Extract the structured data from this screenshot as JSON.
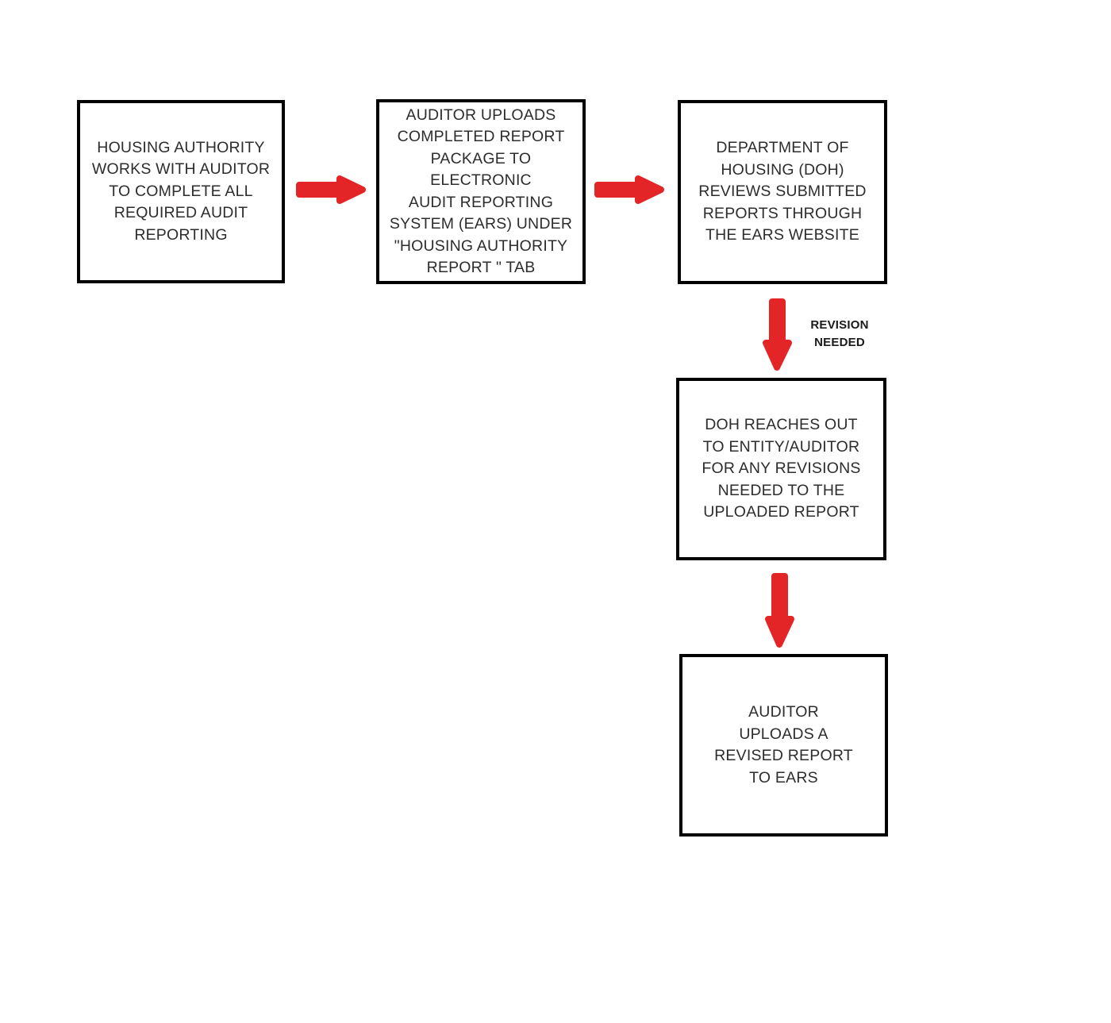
{
  "colors": {
    "arrow-red": "#e42527",
    "box-border": "#000000",
    "text-color": "#2d2d2d",
    "label-color": "#1a1a1a",
    "bg": "#ffffff"
  },
  "flowchart": {
    "boxes": [
      {
        "id": 1,
        "text": "HOUSING AUTHORITY\nWORKS WITH AUDITOR\nTO COMPLETE ALL\nREQUIRED AUDIT\nREPORTING"
      },
      {
        "id": 2,
        "text": "AUDITOR UPLOADS\nCOMPLETED REPORT\nPACKAGE TO ELECTRONIC\nAUDIT REPORTING\nSYSTEM (EARS) UNDER\n\"HOUSING AUTHORITY\nREPORT \" TAB"
      },
      {
        "id": 3,
        "text": "DEPARTMENT OF\nHOUSING (DOH)\nREVIEWS SUBMITTED\nREPORTS THROUGH\nTHE EARS WEBSITE"
      },
      {
        "id": 4,
        "text": "DOH REACHES OUT\nTO ENTITY/AUDITOR\nFOR ANY REVISIONS\nNEEDED TO THE\nUPLOADED REPORT"
      },
      {
        "id": 5,
        "text": "AUDITOR\nUPLOADS A\nREVISED REPORT\nTO EARS"
      }
    ],
    "arrow_label": "REVISION\nNEEDED"
  }
}
